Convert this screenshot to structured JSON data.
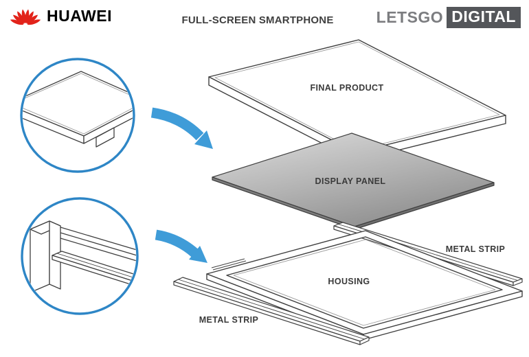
{
  "header": {
    "huawei_brand": "HUAWEI",
    "title": "FULL-SCREEN SMARTPHONE",
    "letsgo_wordmark": "LETSGO",
    "digital_wordmark": "DIGITAL"
  },
  "diagram": {
    "labels": {
      "final_product": "FINAL PRODUCT",
      "display_panel": "DISPLAY PANEL",
      "metal_strip_right": "METAL STRIP",
      "housing": "HOUSING",
      "metal_strip_bottom": "METAL STRIP"
    }
  },
  "colors": {
    "huawei_red": "#e2231a",
    "letsgo_text_gray": "#7c7d80",
    "digital_box_gray": "#54565a",
    "detail_circle_blue": "#2e86c6",
    "arrow_blue": "#3f9cd8",
    "line_color": "#3f3f3f",
    "display_panel_gradient_start": "#dedede",
    "display_panel_gradient_end": "#909090"
  }
}
